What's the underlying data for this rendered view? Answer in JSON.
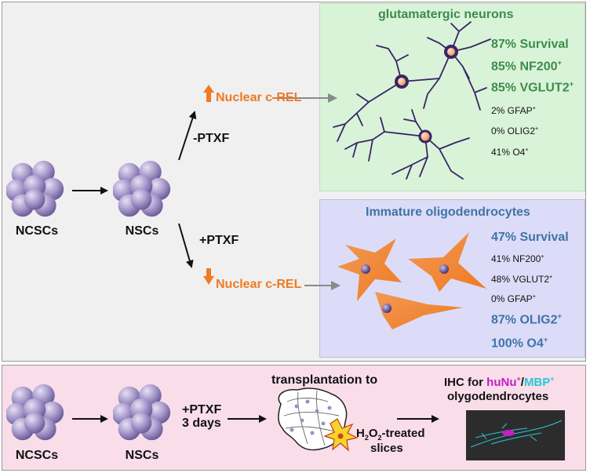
{
  "top": {
    "ncscs_label": "NCSCs",
    "nscs_label": "NSCs",
    "minus_ptxf": "-PTXF",
    "plus_ptxf": "+PTXF",
    "nuclear_up": "Nuclear c-REL",
    "nuclear_down": "Nuclear c-REL"
  },
  "neurons": {
    "title": "glutamatergic neurons",
    "survival": "87% Survival",
    "nf200": "85% NF200",
    "vglut2": "85% VGLUT2",
    "gfap": "2% GFAP",
    "olig2": "0% OLIG2",
    "o4": "41% O4",
    "plus": "+"
  },
  "oligos": {
    "title": "Immature oligodendrocytes",
    "survival": "47% Survival",
    "nf200": "41% NF200",
    "vglut2": "48% VGLUT2",
    "gfap": "0% GFAP",
    "olig2": "87% OLIG2",
    "o4": "100% O4",
    "plus": "+"
  },
  "bottom": {
    "ncscs_label": "NCSCs",
    "nscs_label": "NSCs",
    "ptxf_line1": "+PTXF",
    "ptxf_line2": "3 days",
    "transplant": "transplantation to",
    "h2o2_pre": "H",
    "h2o2_sub1": "2",
    "h2o2_mid": "O",
    "h2o2_sub2": "2",
    "h2o2_post": "-treated",
    "slices": "slices",
    "ihc_pre": "IHC for ",
    "hunu": "huNu",
    "slash": "/",
    "mbp": "MBP",
    "plus": "+",
    "olygo": "olygodendrocytes"
  },
  "colors": {
    "green_text": "#3c8c4a",
    "blue_text": "#3f74a6",
    "orange": "#ef7a22",
    "hunu": "#c21fc4",
    "mbp": "#27c9d8",
    "sphere": "#9c8fc4",
    "neuron": "#3a2466"
  }
}
